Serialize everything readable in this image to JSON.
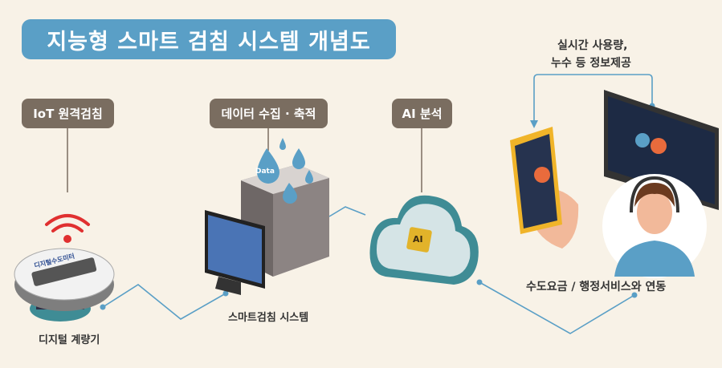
{
  "title": "지능형 스마트 검침 시스템 개념도",
  "stages": {
    "iot": {
      "label": "IoT 원격검침",
      "caption": "디지털 계량기",
      "meter_text": "디지털수도미터"
    },
    "data": {
      "label": "데이터 수집 · 축적",
      "caption": "스마트검침 시스템",
      "drop_text": "Data"
    },
    "ai": {
      "label": "AI 분석",
      "chip_text": "AI"
    },
    "service": {
      "info_line1": "실시간 사용량,",
      "info_line2": "누수 등 정보제공",
      "caption": "수도요금 / 행정서비스와 연동"
    }
  },
  "colors": {
    "background": "#f8f2e7",
    "title_box": "#5a9fc6",
    "tag": "#7a6d60",
    "connector": "#5a9fc6",
    "wifi": "#e03030"
  }
}
